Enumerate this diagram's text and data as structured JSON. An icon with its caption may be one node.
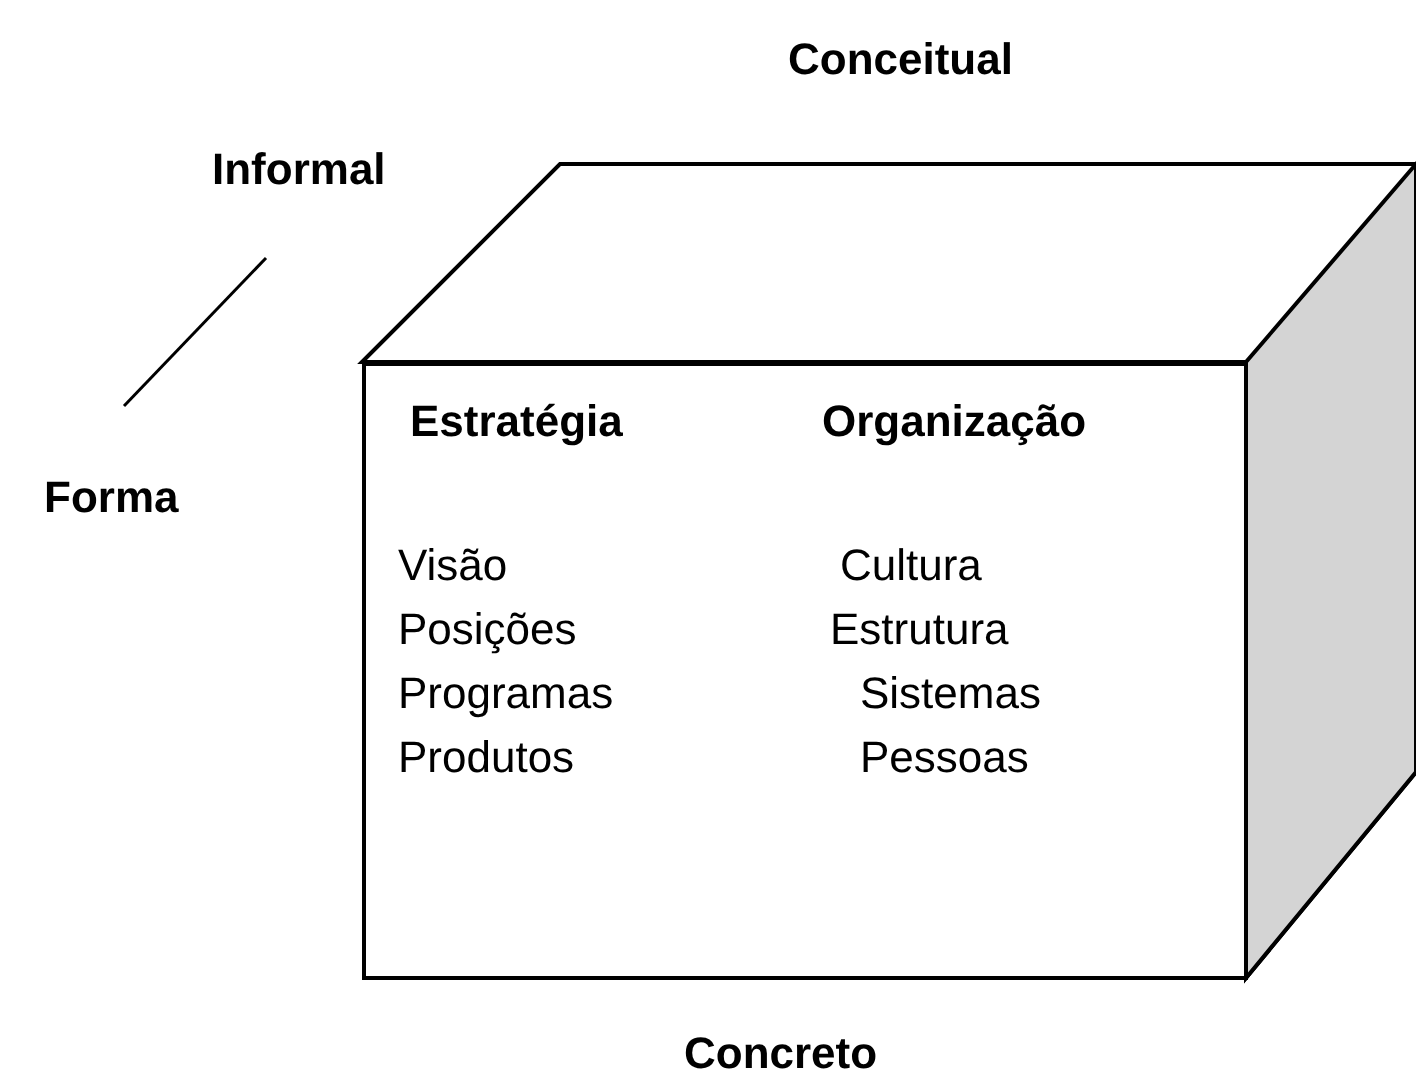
{
  "diagram": {
    "nodes": [
      {
        "text": [
          "Estratégia",
          "Organização",
          "Visão",
          "Cultura",
          "Posições",
          "Estrutura",
          "Programas",
          "Sistemas",
          "Produtos",
          "Pessoas"
        ]
      }
    ],
    "edges": [],
    "labels": [
      "Conceitual",
      "Informal",
      "Forma",
      "Concreto"
    ]
  }
}
